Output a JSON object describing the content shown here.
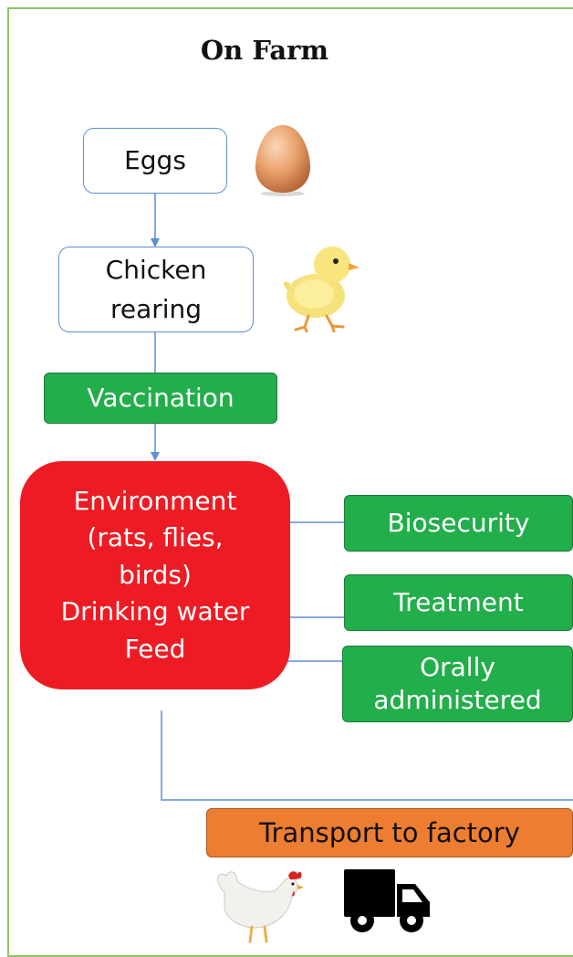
{
  "title": "On Farm",
  "nodes": {
    "eggs": "Eggs",
    "chicken_rearing": [
      "Chicken",
      "rearing"
    ],
    "vaccination": "Vaccination",
    "environment_lines": [
      "Environment",
      "(rats, flies,",
      "birds)",
      "Drinking water",
      "Feed"
    ],
    "biosecurity": "Biosecurity",
    "treatment": "Treatment",
    "orally_administered": [
      "Orally",
      "administered"
    ],
    "transport": "Transport to factory"
  },
  "icons": [
    "egg-icon",
    "chick-icon",
    "hen-icon",
    "truck-icon"
  ],
  "colors": {
    "border_green": "#8cc36c",
    "connector_blue": "#5b8fd6",
    "green_box": "#22ae4a",
    "red_box": "#ed1c24",
    "orange_box": "#ed7d31"
  }
}
